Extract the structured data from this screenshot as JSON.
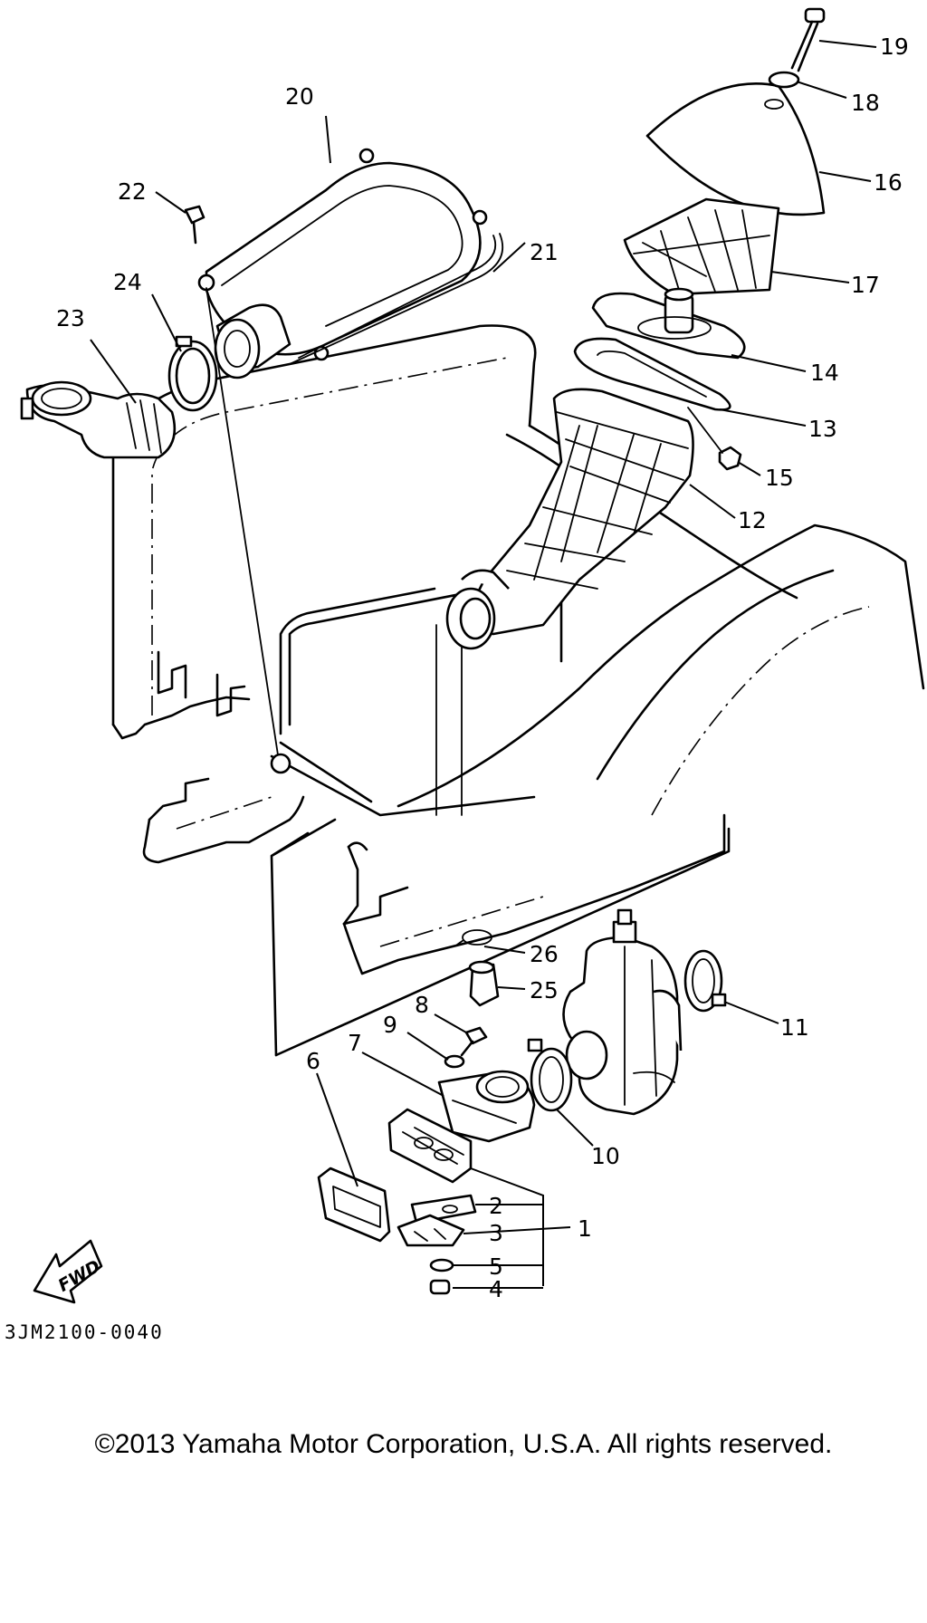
{
  "callouts": [
    {
      "id": "1",
      "text": "1"
    },
    {
      "id": "2",
      "text": "2"
    },
    {
      "id": "3",
      "text": "3"
    },
    {
      "id": "4",
      "text": "4"
    },
    {
      "id": "5",
      "text": "5"
    },
    {
      "id": "6",
      "text": "6"
    },
    {
      "id": "7",
      "text": "7"
    },
    {
      "id": "8",
      "text": "8"
    },
    {
      "id": "9",
      "text": "9"
    },
    {
      "id": "10",
      "text": "10"
    },
    {
      "id": "11",
      "text": "11"
    },
    {
      "id": "12",
      "text": "12"
    },
    {
      "id": "13",
      "text": "13"
    },
    {
      "id": "14",
      "text": "14"
    },
    {
      "id": "15",
      "text": "15"
    },
    {
      "id": "16",
      "text": "16"
    },
    {
      "id": "17",
      "text": "17"
    },
    {
      "id": "18",
      "text": "18"
    },
    {
      "id": "19",
      "text": "19"
    },
    {
      "id": "20",
      "text": "20"
    },
    {
      "id": "21",
      "text": "21"
    },
    {
      "id": "22",
      "text": "22"
    },
    {
      "id": "23",
      "text": "23"
    },
    {
      "id": "24",
      "text": "24"
    },
    {
      "id": "25",
      "text": "25"
    },
    {
      "id": "26",
      "text": "26"
    }
  ],
  "fwd_label": "FWD",
  "diagram_code": "3JM2100-0040",
  "copyright": "©2013 Yamaha Motor Corporation, U.S.A. All rights reserved."
}
